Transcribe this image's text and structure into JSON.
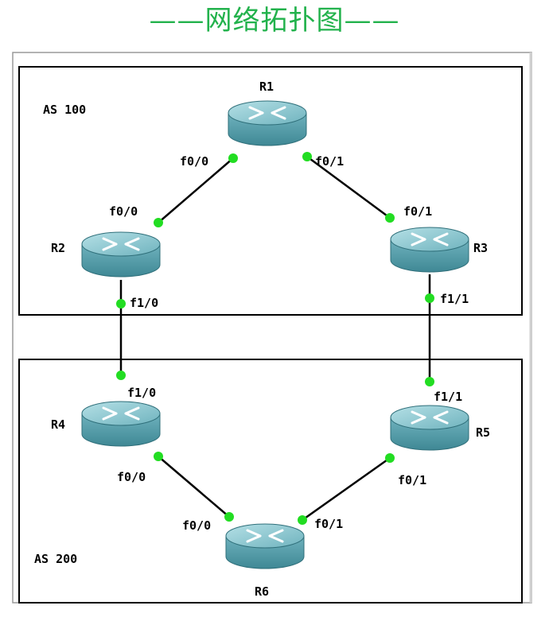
{
  "title": "——网络拓扑图——",
  "colors": {
    "title": "#22b24c",
    "link": "#000000",
    "port": "#22dd22",
    "router_body": "#5fa7b3",
    "router_top": "#8ccbd3"
  },
  "areas": [
    {
      "id": "as100",
      "label": "AS 100"
    },
    {
      "id": "as200",
      "label": "AS 200"
    }
  ],
  "routers": [
    {
      "id": "R1",
      "label": "R1"
    },
    {
      "id": "R2",
      "label": "R2"
    },
    {
      "id": "R3",
      "label": "R3"
    },
    {
      "id": "R4",
      "label": "R4"
    },
    {
      "id": "R5",
      "label": "R5"
    },
    {
      "id": "R6",
      "label": "R6"
    }
  ],
  "links": [
    {
      "from": "R1",
      "from_if": "f0/0",
      "to": "R2",
      "to_if": "f0/0"
    },
    {
      "from": "R1",
      "from_if": "f0/1",
      "to": "R3",
      "to_if": "f0/1"
    },
    {
      "from": "R2",
      "from_if": "f1/0",
      "to": "R4",
      "to_if": "f1/0"
    },
    {
      "from": "R3",
      "from_if": "f1/1",
      "to": "R5",
      "to_if": "f1/1"
    },
    {
      "from": "R4",
      "from_if": "f0/0",
      "to": "R6",
      "to_if": "f0/0"
    },
    {
      "from": "R5",
      "from_if": "f0/1",
      "to": "R6",
      "to_if": "f0/1"
    }
  ]
}
